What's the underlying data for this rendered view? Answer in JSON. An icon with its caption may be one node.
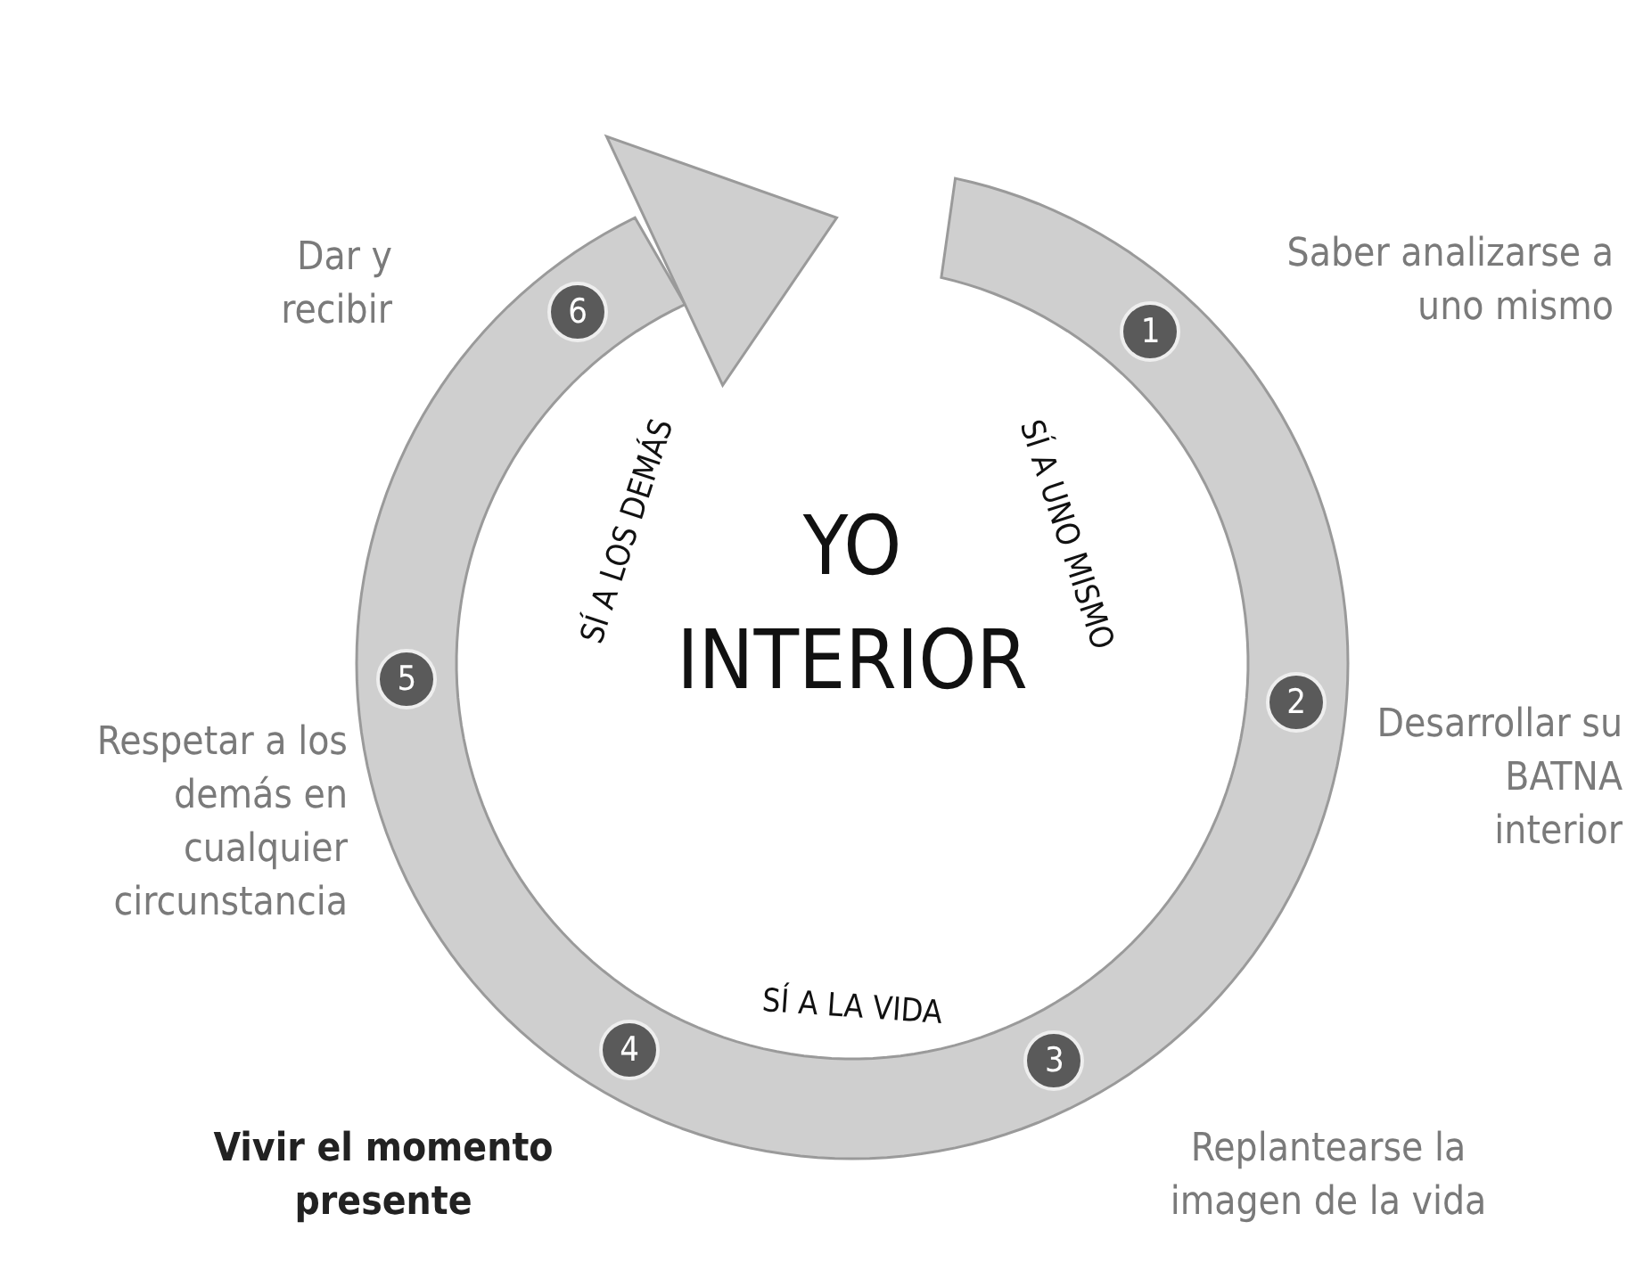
{
  "diagram": {
    "nodes": [
      {
        "text": [
          "1"
        ],
        "beside": [
          "Saber analizarse a uno mismo"
        ]
      },
      {
        "text": [
          "2"
        ],
        "beside": [
          "Desarrollar su BATNA interior"
        ]
      },
      {
        "text": [
          "3"
        ],
        "beside": [
          "Replantearse la imagen de la vida"
        ]
      },
      {
        "text": [
          "4"
        ],
        "beside": [
          "**Vivir el momento presente**"
        ]
      },
      {
        "text": [
          "5"
        ],
        "beside": [
          "Respetar a los demás en cualquier circunstancia"
        ]
      },
      {
        "text": [
          "6"
        ],
        "beside": [
          "Dar y recibir"
        ]
      }
    ],
    "labels": [
      "YO INTERIOR",
      "SÍ A UNO MISMO",
      "SÍ A LOS DEMÁS",
      "SÍ A LA VIDA"
    ]
  }
}
